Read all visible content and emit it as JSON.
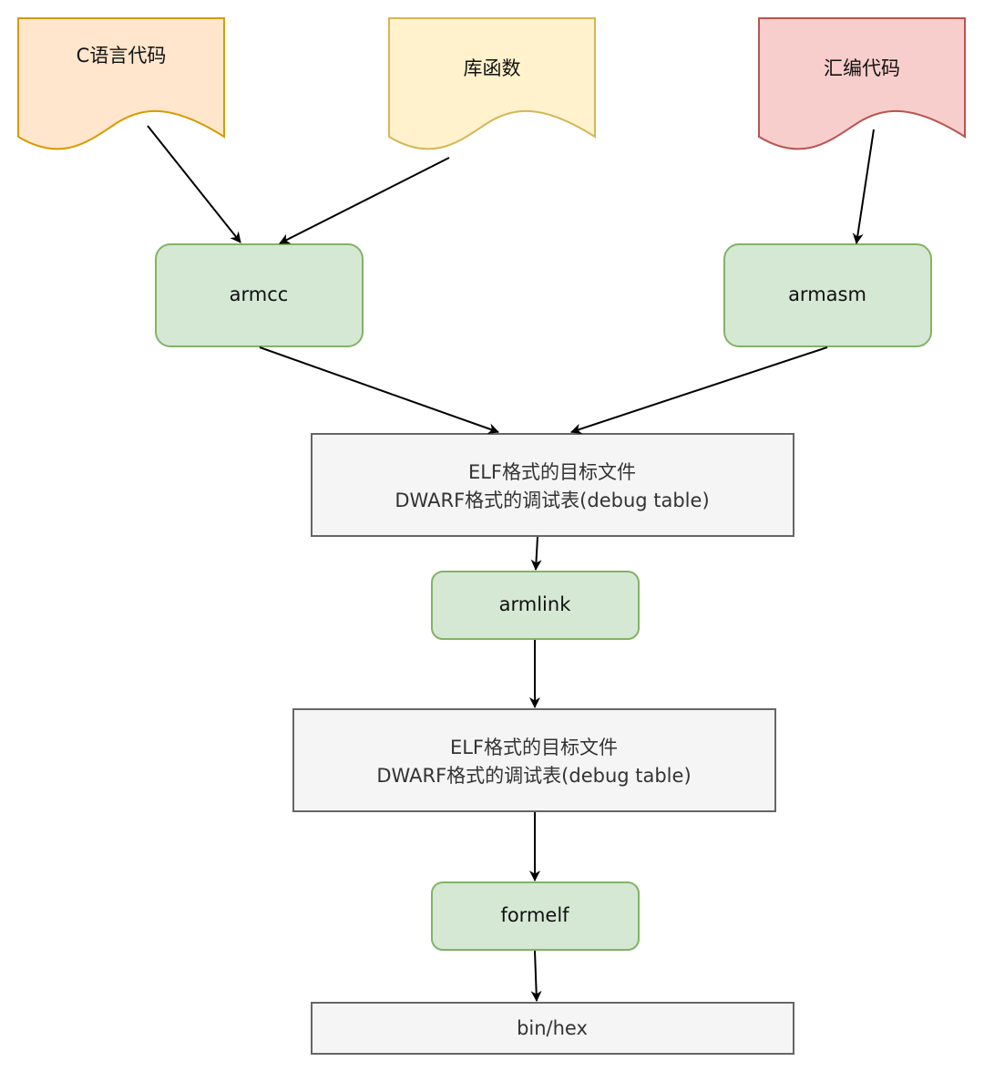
{
  "documents": {
    "c_code": {
      "label": "C语言代码",
      "fill": "#ffe6cc",
      "stroke": "#d79b00"
    },
    "lib_funcs": {
      "label": "库函数",
      "fill": "#fff2cc",
      "stroke": "#d6b656"
    },
    "asm_code": {
      "label": "汇编代码",
      "fill": "#f8cecc",
      "stroke": "#b85450"
    }
  },
  "tools": {
    "armcc": {
      "label": "armcc"
    },
    "armasm": {
      "label": "armasm"
    },
    "armlink": {
      "label": "armlink"
    },
    "formelf": {
      "label": "formelf"
    },
    "fill": "#d5e8d4",
    "stroke": "#82b366"
  },
  "outputs": {
    "object_file_1": {
      "line1": "ELF格式的目标文件",
      "line2": "DWARF格式的调试表(debug table)"
    },
    "object_file_2": {
      "line1": "ELF格式的目标文件",
      "line2": "DWARF格式的调试表(debug table)"
    },
    "binary": {
      "label": "bin/hex"
    },
    "fill": "#f5f5f5",
    "stroke": "#666666"
  },
  "connector_color": "#000000"
}
